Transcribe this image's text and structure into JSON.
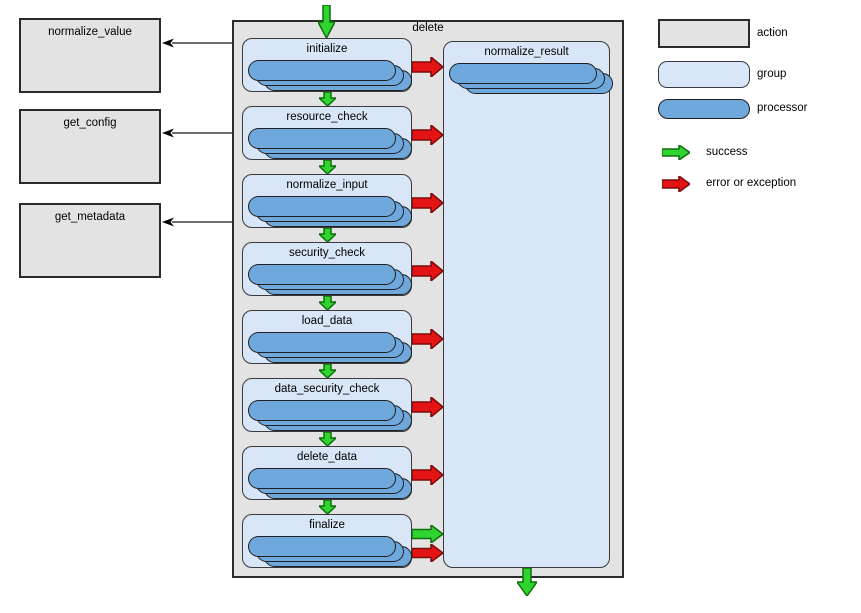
{
  "diagram": {
    "container_label": "delete",
    "actions": [
      {
        "label": "normalize_value"
      },
      {
        "label": "get_config"
      },
      {
        "label": "get_metadata"
      }
    ],
    "groups": [
      {
        "label": "initialize"
      },
      {
        "label": "resource_check"
      },
      {
        "label": "normalize_input"
      },
      {
        "label": "security_check"
      },
      {
        "label": "load_data"
      },
      {
        "label": "data_security_check"
      },
      {
        "label": "delete_data"
      },
      {
        "label": "finalize"
      }
    ],
    "result_group": {
      "label": "normalize_result"
    },
    "processors_per_stack": 3
  },
  "legend": {
    "items": [
      {
        "kind": "action",
        "label": "action"
      },
      {
        "kind": "group",
        "label": "group"
      },
      {
        "kind": "processor",
        "label": "processor"
      },
      {
        "kind": "success",
        "label": "success"
      },
      {
        "kind": "error",
        "label": "error or exception"
      }
    ]
  },
  "colors": {
    "action_fill": "#e3e3e3",
    "container_fill": "#e3e3e3",
    "group_fill": "#d8e6f7",
    "processor_fill": "#6fa8dc",
    "success_fill": "#2fd42f",
    "success_border": "#0d6e0d",
    "error_fill": "#e41414",
    "error_border": "#7c0b0b",
    "line_color": "#3f3f3f",
    "border_dark": "#2b2b2b"
  }
}
